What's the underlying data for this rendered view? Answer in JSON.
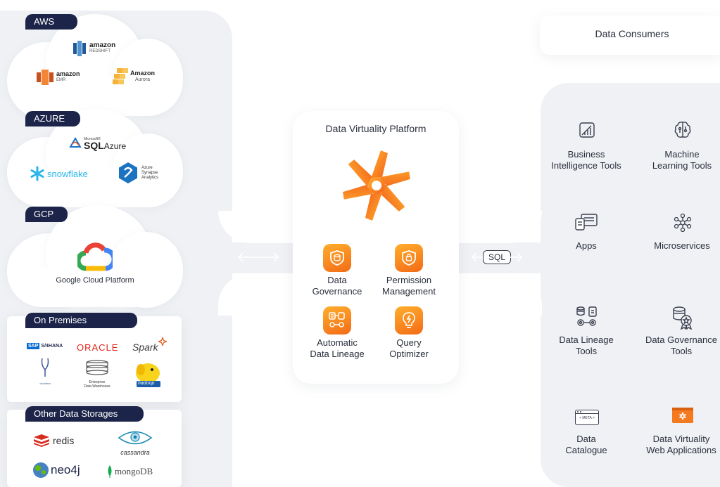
{
  "clouds": {
    "aws": {
      "label": "AWS",
      "logos": {
        "redshift_line1": "amazon",
        "redshift_line2": "REDSHIFT",
        "emr_line1": "amazon",
        "emr_line2": "EMR",
        "aurora_line1": "Amazon",
        "aurora_line2": "Aurora"
      }
    },
    "azure": {
      "label": "AZURE",
      "logos": {
        "sql_small": "Microsoft®",
        "sql_main": "SQL",
        "sql_azure": "Azure",
        "snowflake": "snowflake",
        "synapse_1": "Azure",
        "synapse_2": "Synapse",
        "synapse_3": "Analytics"
      }
    },
    "gcp": {
      "label": "GCP",
      "logos": {
        "google_cloud": "Google Cloud Platform"
      }
    }
  },
  "on_premises": {
    "label": "On Premises",
    "logos": {
      "sap": "SAP",
      "s4hana": "S/4HANA",
      "oracle": "ORACLE",
      "spark": "Spark",
      "cloudera": "cloudera",
      "edw_1": "Enterprise",
      "edw_2": "Data Warehouse",
      "hadoop": "hadoop"
    }
  },
  "other_storages": {
    "label": "Other Data Storages",
    "logos": {
      "redis": "redis",
      "cassandra": "cassandra",
      "neo4j": "neo4j",
      "mongodb": "mongoDB"
    }
  },
  "platform": {
    "title": "Data Virtuality Platform",
    "features": [
      {
        "line1": "Data",
        "line2": "Governance"
      },
      {
        "line1": "Permission",
        "line2": "Management"
      },
      {
        "line1": "Automatic",
        "line2": "Data Lineage"
      },
      {
        "line1": "Query",
        "line2": "Optimizer"
      }
    ]
  },
  "connector": {
    "sql": "SQL"
  },
  "consumers": {
    "title": "Data Consumers",
    "items": [
      {
        "line1": "Business",
        "line2": "Intelligence Tools"
      },
      {
        "line1": "Machine",
        "line2": "Learning Tools"
      },
      {
        "line1": "Apps",
        "line2": ""
      },
      {
        "line1": "Microservices",
        "line2": ""
      },
      {
        "line1": "Data Lineage",
        "line2": "Tools"
      },
      {
        "line1": "Data Governance",
        "line2": "Tools"
      },
      {
        "line1": "Data",
        "line2": "Catalogue",
        "icon_text": "< META >"
      },
      {
        "line1": "Data Virtuality",
        "line2": "Web Applications"
      }
    ]
  },
  "colors": {
    "navy": "#1c2549",
    "orange": "#f37a1f",
    "panel": "#eff1f4"
  }
}
